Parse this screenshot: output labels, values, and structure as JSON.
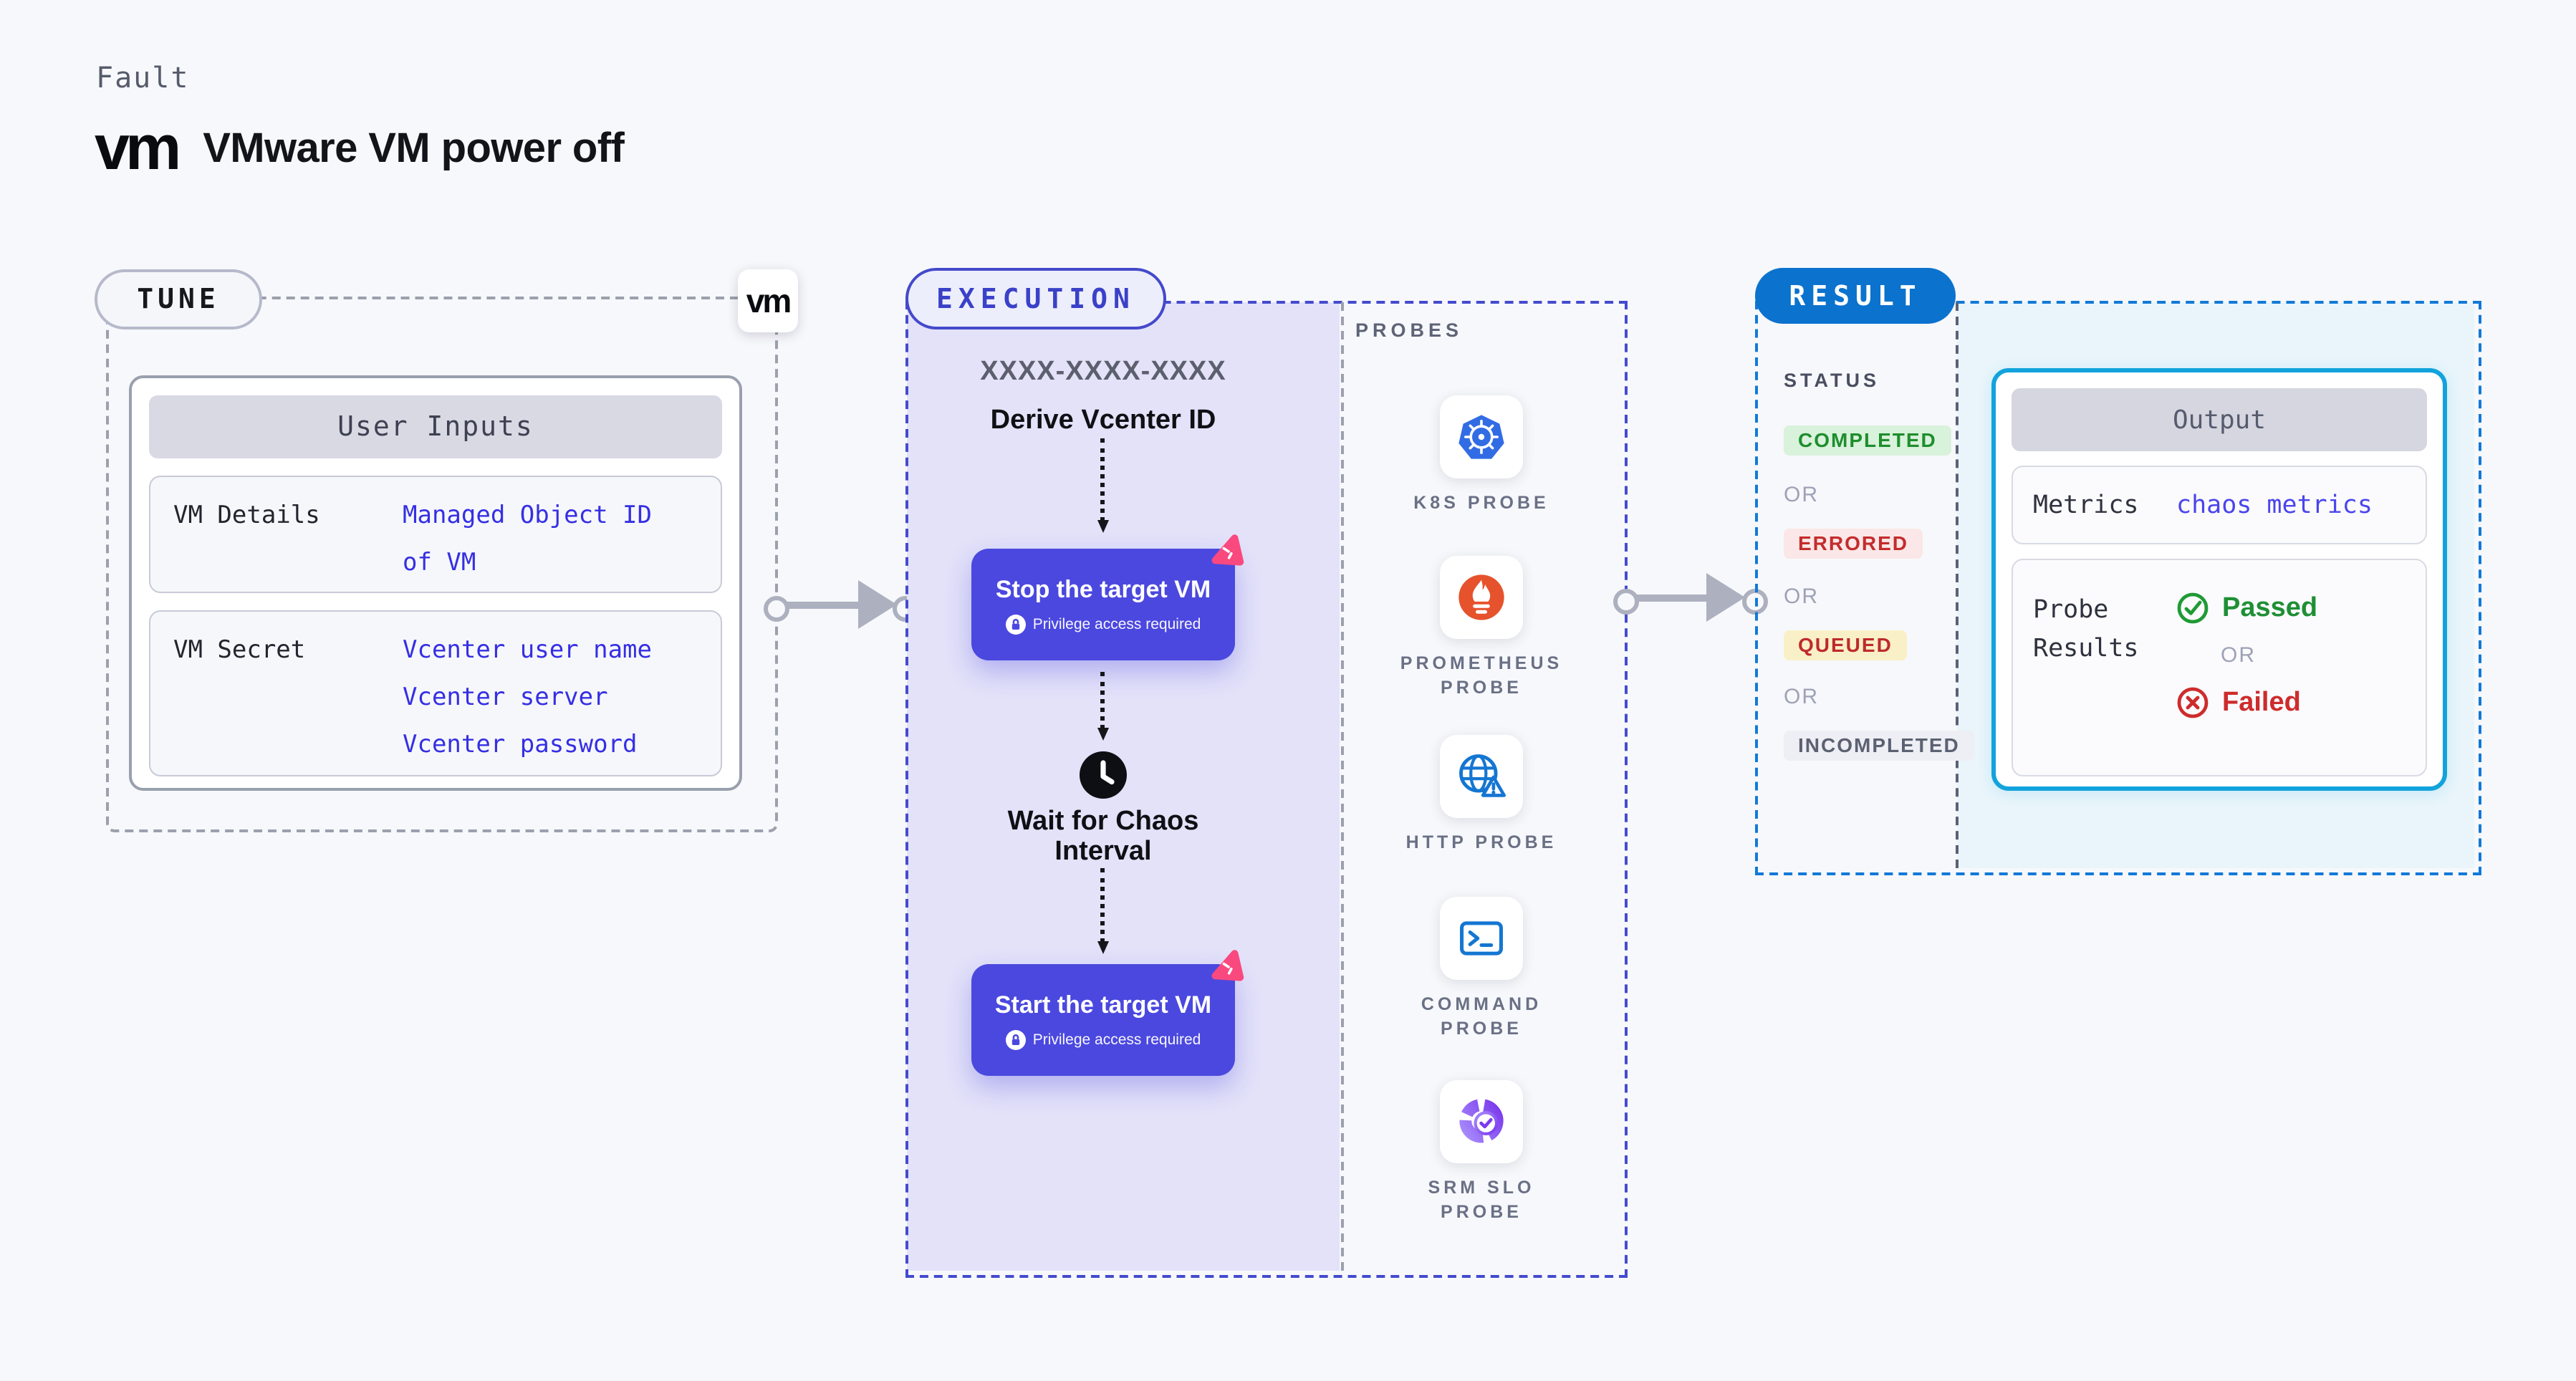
{
  "header": {
    "kicker": "Fault",
    "logo": "vm",
    "title": "VMware VM power off"
  },
  "tune": {
    "pill": "TUNE",
    "vm_badge": "vm",
    "user_inputs": {
      "header": "User Inputs",
      "rows": [
        {
          "label": "VM Details",
          "values": [
            "Managed Object ID",
            "of VM"
          ]
        },
        {
          "label": "VM Secret",
          "values": [
            "Vcenter user name",
            "Vcenter server",
            "Vcenter password"
          ]
        }
      ]
    }
  },
  "execution": {
    "pill": "EXECUTION",
    "node_id": "XXXX-XXXX-XXXX",
    "derive_label": "Derive Vcenter ID",
    "stop_button": {
      "title": "Stop the target VM",
      "badge": "Privilege access required"
    },
    "wait_line1": "Wait for Chaos",
    "wait_line2": "Interval",
    "start_button": {
      "title": "Start the target VM",
      "badge": "Privilege access required"
    }
  },
  "probes": {
    "label": "PROBES",
    "items": [
      {
        "line1": "K8S PROBE",
        "line2": "",
        "icon": "kubernetes-icon"
      },
      {
        "line1": "PROMETHEUS",
        "line2": "PROBE",
        "icon": "prometheus-icon"
      },
      {
        "line1": "HTTP PROBE",
        "line2": "",
        "icon": "http-globe-icon"
      },
      {
        "line1": "COMMAND",
        "line2": "PROBE",
        "icon": "terminal-icon"
      },
      {
        "line1": "SRM SLO",
        "line2": "PROBE",
        "icon": "slo-donut-icon"
      }
    ]
  },
  "result": {
    "pill": "RESULT",
    "status": {
      "label": "STATUS",
      "or": "OR",
      "badges": [
        {
          "text": "COMPLETED",
          "style": "color:#1E8E2E;background:#D9F2DB"
        },
        {
          "text": "ERRORED",
          "style": "color:#C42C2C;background:#FBE7E7"
        },
        {
          "text": "QUEUED",
          "style": "color:#BE2B2B;background:#FAF0C8"
        },
        {
          "text": "INCOMPLETED",
          "style": "color:#5C6172;background:#EEEFF5"
        }
      ]
    },
    "output": {
      "header": "Output",
      "metrics_label": "Metrics",
      "metrics_value": "chaos metrics",
      "probe_label_line1": "Probe",
      "probe_label_line2": "Results",
      "passed": "Passed",
      "or": "OR",
      "failed": "Failed"
    }
  },
  "colors": {
    "page_bg": "#F7F8FB",
    "lavender_panel": "#E3E2F9",
    "execution_accent": "#444BCE",
    "button_indigo": "#4B48DF",
    "pink_flag": "#F9497F",
    "arrow_gray": "#ACB0BF",
    "tune_dash_gray": "#9BA0AC",
    "result_blue": "#0B72CE",
    "result_dash": "#1279D8",
    "output_border_cyan": "#12A3DC",
    "cyan_bg": "#E9F5FB",
    "value_blue": "#352FE3",
    "metrics_blue": "#4B45EC",
    "passed_green": "#1F8F35",
    "failed_red": "#CE2C2C",
    "kubernetes_blue": "#326CE5",
    "prometheus_orange": "#E6522C",
    "probe_icon_blue": "#1476D2",
    "slo_purple": "#7C3AED"
  }
}
